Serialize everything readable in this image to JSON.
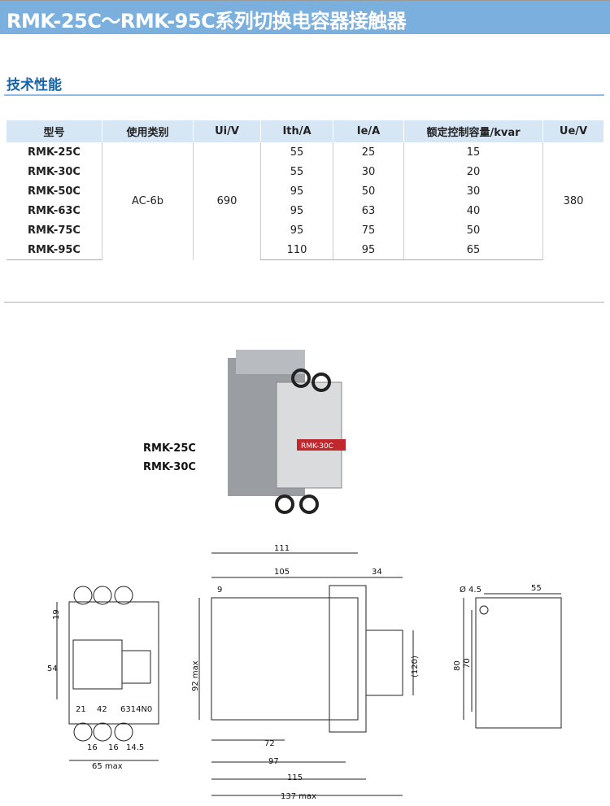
{
  "title": "RMK-25C～RMK-95C系列切换电容器接触器",
  "section": "技术性能",
  "table": {
    "headers": [
      "型号",
      "使用类别",
      "Ui/V",
      "Ith/A",
      "Ie/A",
      "额定控制容量/kvar",
      "Ue/V"
    ],
    "category": "AC-6b",
    "ui": "690",
    "ue": "380",
    "rows": [
      {
        "model": "RMK-25C",
        "ith": "55",
        "ie": "25",
        "kvar": "15"
      },
      {
        "model": "RMK-30C",
        "ith": "55",
        "ie": "30",
        "kvar": "20"
      },
      {
        "model": "RMK-50C",
        "ith": "95",
        "ie": "50",
        "kvar": "30"
      },
      {
        "model": "RMK-63C",
        "ith": "95",
        "ie": "63",
        "kvar": "40"
      },
      {
        "model": "RMK-75C",
        "ith": "95",
        "ie": "75",
        "kvar": "50"
      },
      {
        "model": "RMK-95C",
        "ith": "110",
        "ie": "95",
        "kvar": "65"
      }
    ]
  },
  "product": {
    "labels": [
      "RMK-25C",
      "RMK-30C"
    ],
    "badge": "RMK-30C"
  },
  "front_view": {
    "dims": [
      "19",
      "54",
      "16",
      "16",
      "14.5",
      "65 max"
    ],
    "terminals": [
      "21",
      "42",
      "6314N0"
    ]
  },
  "side_view": {
    "dims": [
      "111",
      "105",
      "34",
      "9",
      "92  max",
      "(120)",
      "72",
      "97",
      "115",
      "137 max"
    ]
  },
  "mount_view": {
    "dims": [
      "Ø 4.5",
      "55",
      "80",
      "70"
    ]
  }
}
